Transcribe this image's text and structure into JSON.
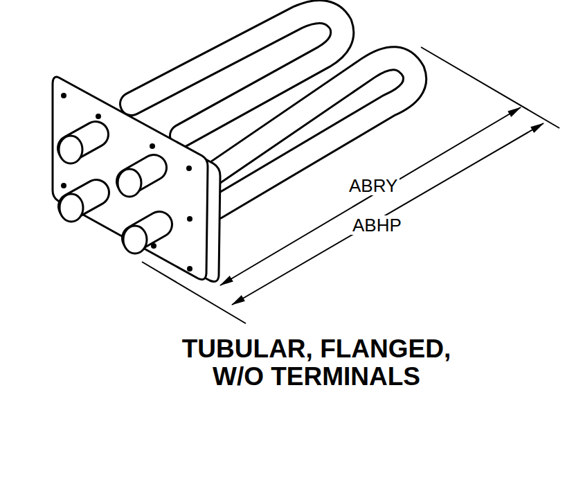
{
  "diagram": {
    "caption": "TUBULAR, FLANGED, W/O TERMINALS",
    "labels": [
      "ABRY",
      "ABHP"
    ]
  }
}
